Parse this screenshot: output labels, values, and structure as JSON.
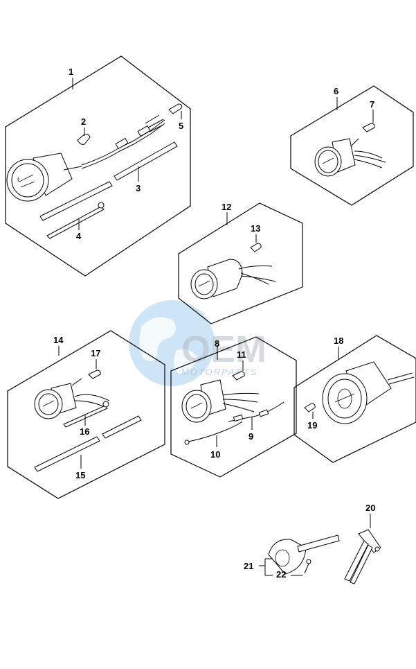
{
  "watermark": {
    "brand": "OEM",
    "sub": "MOTORPARTS"
  },
  "callouts": {
    "c1": "1",
    "c2": "2",
    "c3": "3",
    "c4": "4",
    "c5": "5",
    "c6": "6",
    "c7": "7",
    "c8": "8",
    "c9": "9",
    "c10": "10",
    "c11": "11",
    "c12": "12",
    "c13": "13",
    "c14": "14",
    "c15": "15",
    "c16": "16",
    "c17": "17",
    "c18": "18",
    "c19": "19",
    "c20": "20",
    "c21": "21",
    "c22": "22"
  },
  "icons": {
    "watermark_globe": "globe-icon"
  },
  "colors": {
    "watermark_blue": "#4aa3df",
    "watermark_gray": "#b4bcc4",
    "line": "#000000"
  }
}
